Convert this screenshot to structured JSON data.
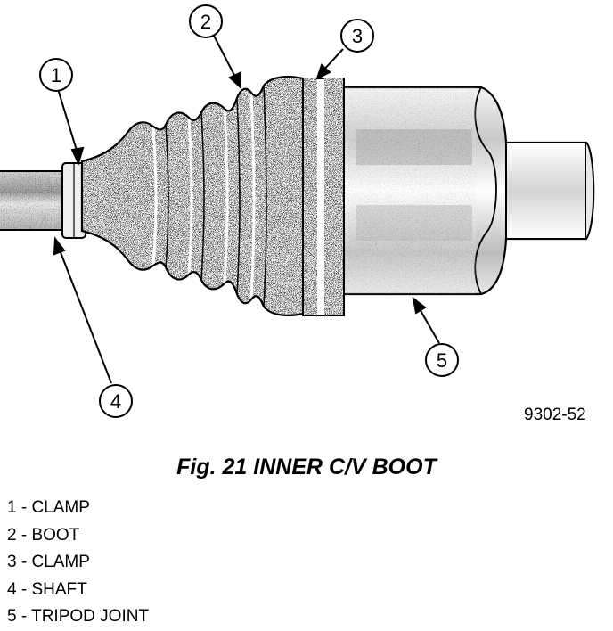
{
  "figure": {
    "code": "9302-52",
    "title": "Fig. 21 INNER C/V BOOT",
    "callouts": [
      "1",
      "2",
      "3",
      "4",
      "5"
    ],
    "legend": [
      "1 - CLAMP",
      "2 - BOOT",
      "3 - CLAMP",
      "4 - SHAFT",
      "5 - TRIPOD JOINT"
    ]
  }
}
